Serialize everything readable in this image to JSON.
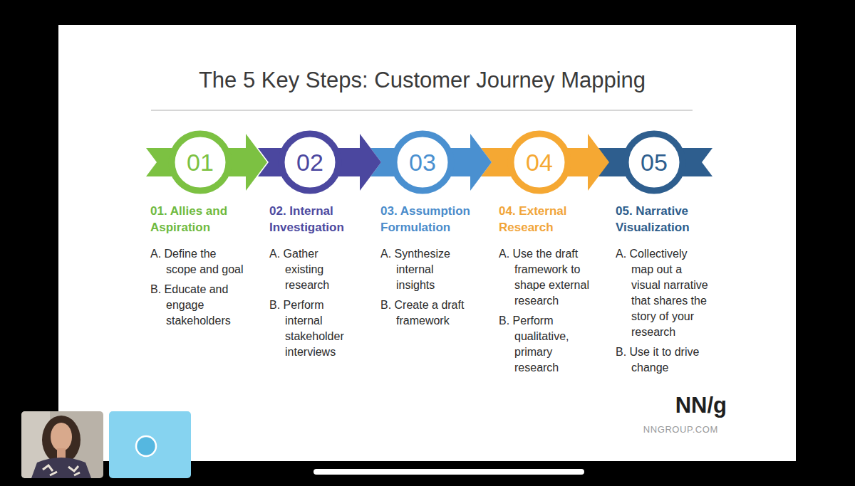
{
  "diagram": {
    "title": "The 5 Key Steps: Customer Journey Mapping",
    "nodes": [
      {
        "text": [
          "01",
          "01. Allies and Aspiration",
          "A. Define the scope and goal",
          "B. Educate and engage stakeholders"
        ]
      },
      {
        "text": [
          "02",
          "02. Internal Investigation",
          "A. Gather existing research",
          "B. Perform internal stakeholder interviews"
        ]
      },
      {
        "text": [
          "03",
          "03. Assumption Formulation",
          "A. Synthesize internal insights",
          "B. Create a draft framework"
        ]
      },
      {
        "text": [
          "04",
          "04. External Research",
          "A. Use the draft framework to shape external research",
          "B. Perform qualitative, primary research"
        ]
      },
      {
        "text": [
          "05",
          "05. Narrative Visualization",
          "A. Collectively map out a visual narrative that shares the story of your research",
          "B. Use it to drive change"
        ]
      }
    ],
    "labels": [
      "NN/g",
      "NNGROUP.COM"
    ]
  }
}
